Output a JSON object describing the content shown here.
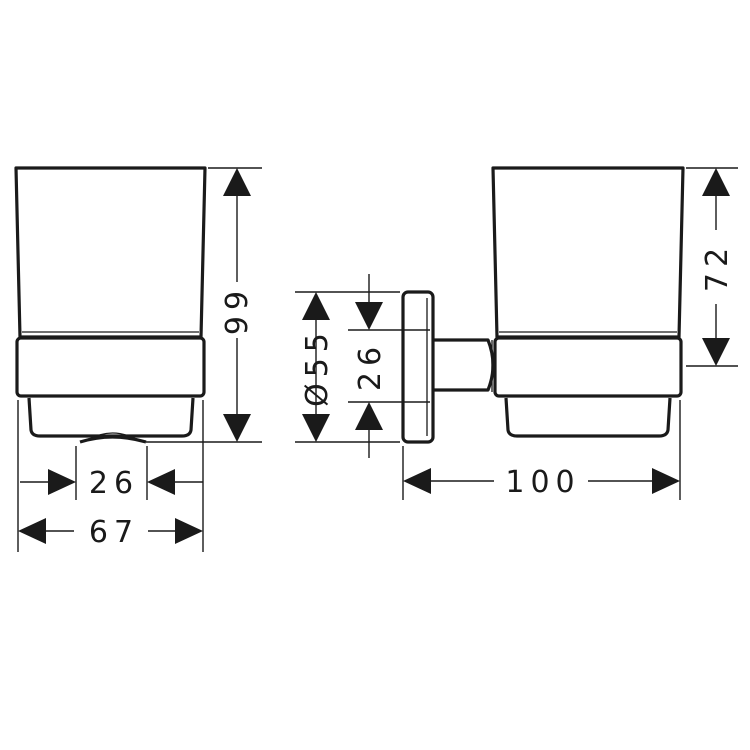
{
  "drawing": {
    "front_view": {
      "height_label": "99",
      "inner_width_label": "26",
      "overall_width_label": "67"
    },
    "side_view": {
      "rosette_diameter_label": "Ø55",
      "arm_height_label": "26",
      "cup_height_label": "72",
      "depth_label": "100"
    }
  }
}
